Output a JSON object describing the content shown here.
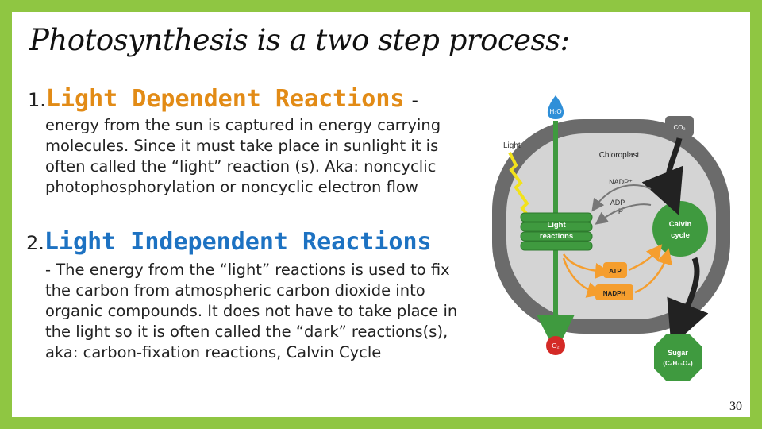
{
  "title": "Photosynthesis is a two step process:",
  "items": [
    {
      "number": "1.",
      "heading": "Light Dependent Reactions",
      "dash": "-",
      "body": "energy from the sun is captured in energy carrying molecules. Since it must take place in sunlight it is often called the “light” reaction (s). Aka: noncyclic photophosphorylation or noncyclic electron flow"
    },
    {
      "number": "2.",
      "heading": "Light Independent Reactions",
      "body": "- The energy from the “light” reactions is used to fix the carbon from atmospheric carbon dioxide into organic compounds. It does not have to take place in the light so it is often called the “dark” reactions(s), aka: carbon-fixation reactions, Calvin Cycle"
    }
  ],
  "diagram": {
    "light": "Light",
    "chloroplast": "Chloroplast",
    "h2o": "H₂O",
    "co2": "CO₂",
    "nadp": "NADP⁺",
    "adp_line1": "ADP",
    "adp_line2": "+ P",
    "light_reactions_line1": "Light",
    "light_reactions_line2": "reactions",
    "calvin_line1": "Calvin",
    "calvin_line2": "cycle",
    "atp": "ATP",
    "nadph": "NADPH",
    "o2": "O₂",
    "sugar_line1": "Sugar",
    "sugar_line2": "(C₆H₁₂O₆)"
  },
  "page_number": "30",
  "colors": {
    "frame_green": "#8fc642",
    "heading1": "#e28b16",
    "heading2": "#1d72c2",
    "diagram_green": "#3f9a3f",
    "diagram_orange": "#f59e2e",
    "diagram_red": "#d42a26",
    "diagram_blue": "#2f8fd8",
    "chloroplast_gray": "#6b6b6b"
  }
}
